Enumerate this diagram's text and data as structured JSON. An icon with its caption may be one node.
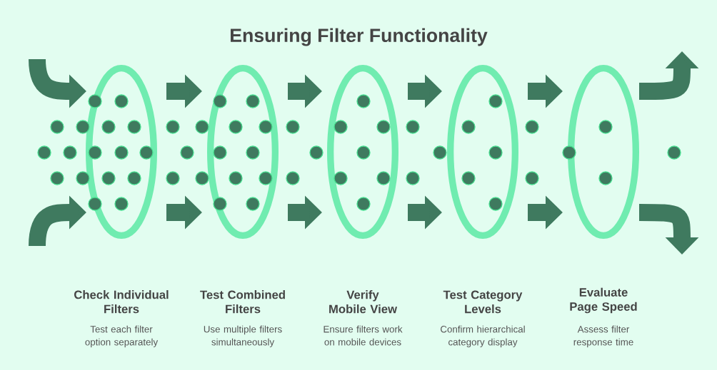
{
  "diagram": {
    "title": "Ensuring Filter Functionality",
    "nodes": [
      {
        "text": [
          "Check Individual Filters"
        ]
      },
      {
        "text": [
          "Test Combined Filters"
        ]
      },
      {
        "text": [
          "Verify Mobile View"
        ]
      },
      {
        "text": [
          "Test Category Levels"
        ]
      },
      {
        "text": [
          "Evaluate Page Speed"
        ]
      }
    ],
    "labels": [
      "Test each filter option separately",
      "Use multiple filters simultaneously",
      "Ensure filters work on mobile devices",
      "Confirm hierarchical category display",
      "Assess filter response time"
    ],
    "edges": [
      {
        "from": null,
        "to": 0,
        "arrow": "to"
      },
      {
        "from": null,
        "to": 0,
        "arrow": "to"
      },
      {
        "from": 0,
        "to": 1,
        "arrow": "to"
      },
      {
        "from": 0,
        "to": 1,
        "arrow": "to"
      },
      {
        "from": 1,
        "to": 2,
        "arrow": "to"
      },
      {
        "from": 1,
        "to": 2,
        "arrow": "to"
      },
      {
        "from": 2,
        "to": 3,
        "arrow": "to"
      },
      {
        "from": 2,
        "to": 3,
        "arrow": "to"
      },
      {
        "from": 3,
        "to": 4,
        "arrow": "to"
      },
      {
        "from": 3,
        "to": 4,
        "arrow": "to"
      },
      {
        "from": 4,
        "to": null,
        "arrow": "to"
      },
      {
        "from": 4,
        "to": null,
        "arrow": "to"
      }
    ]
  }
}
